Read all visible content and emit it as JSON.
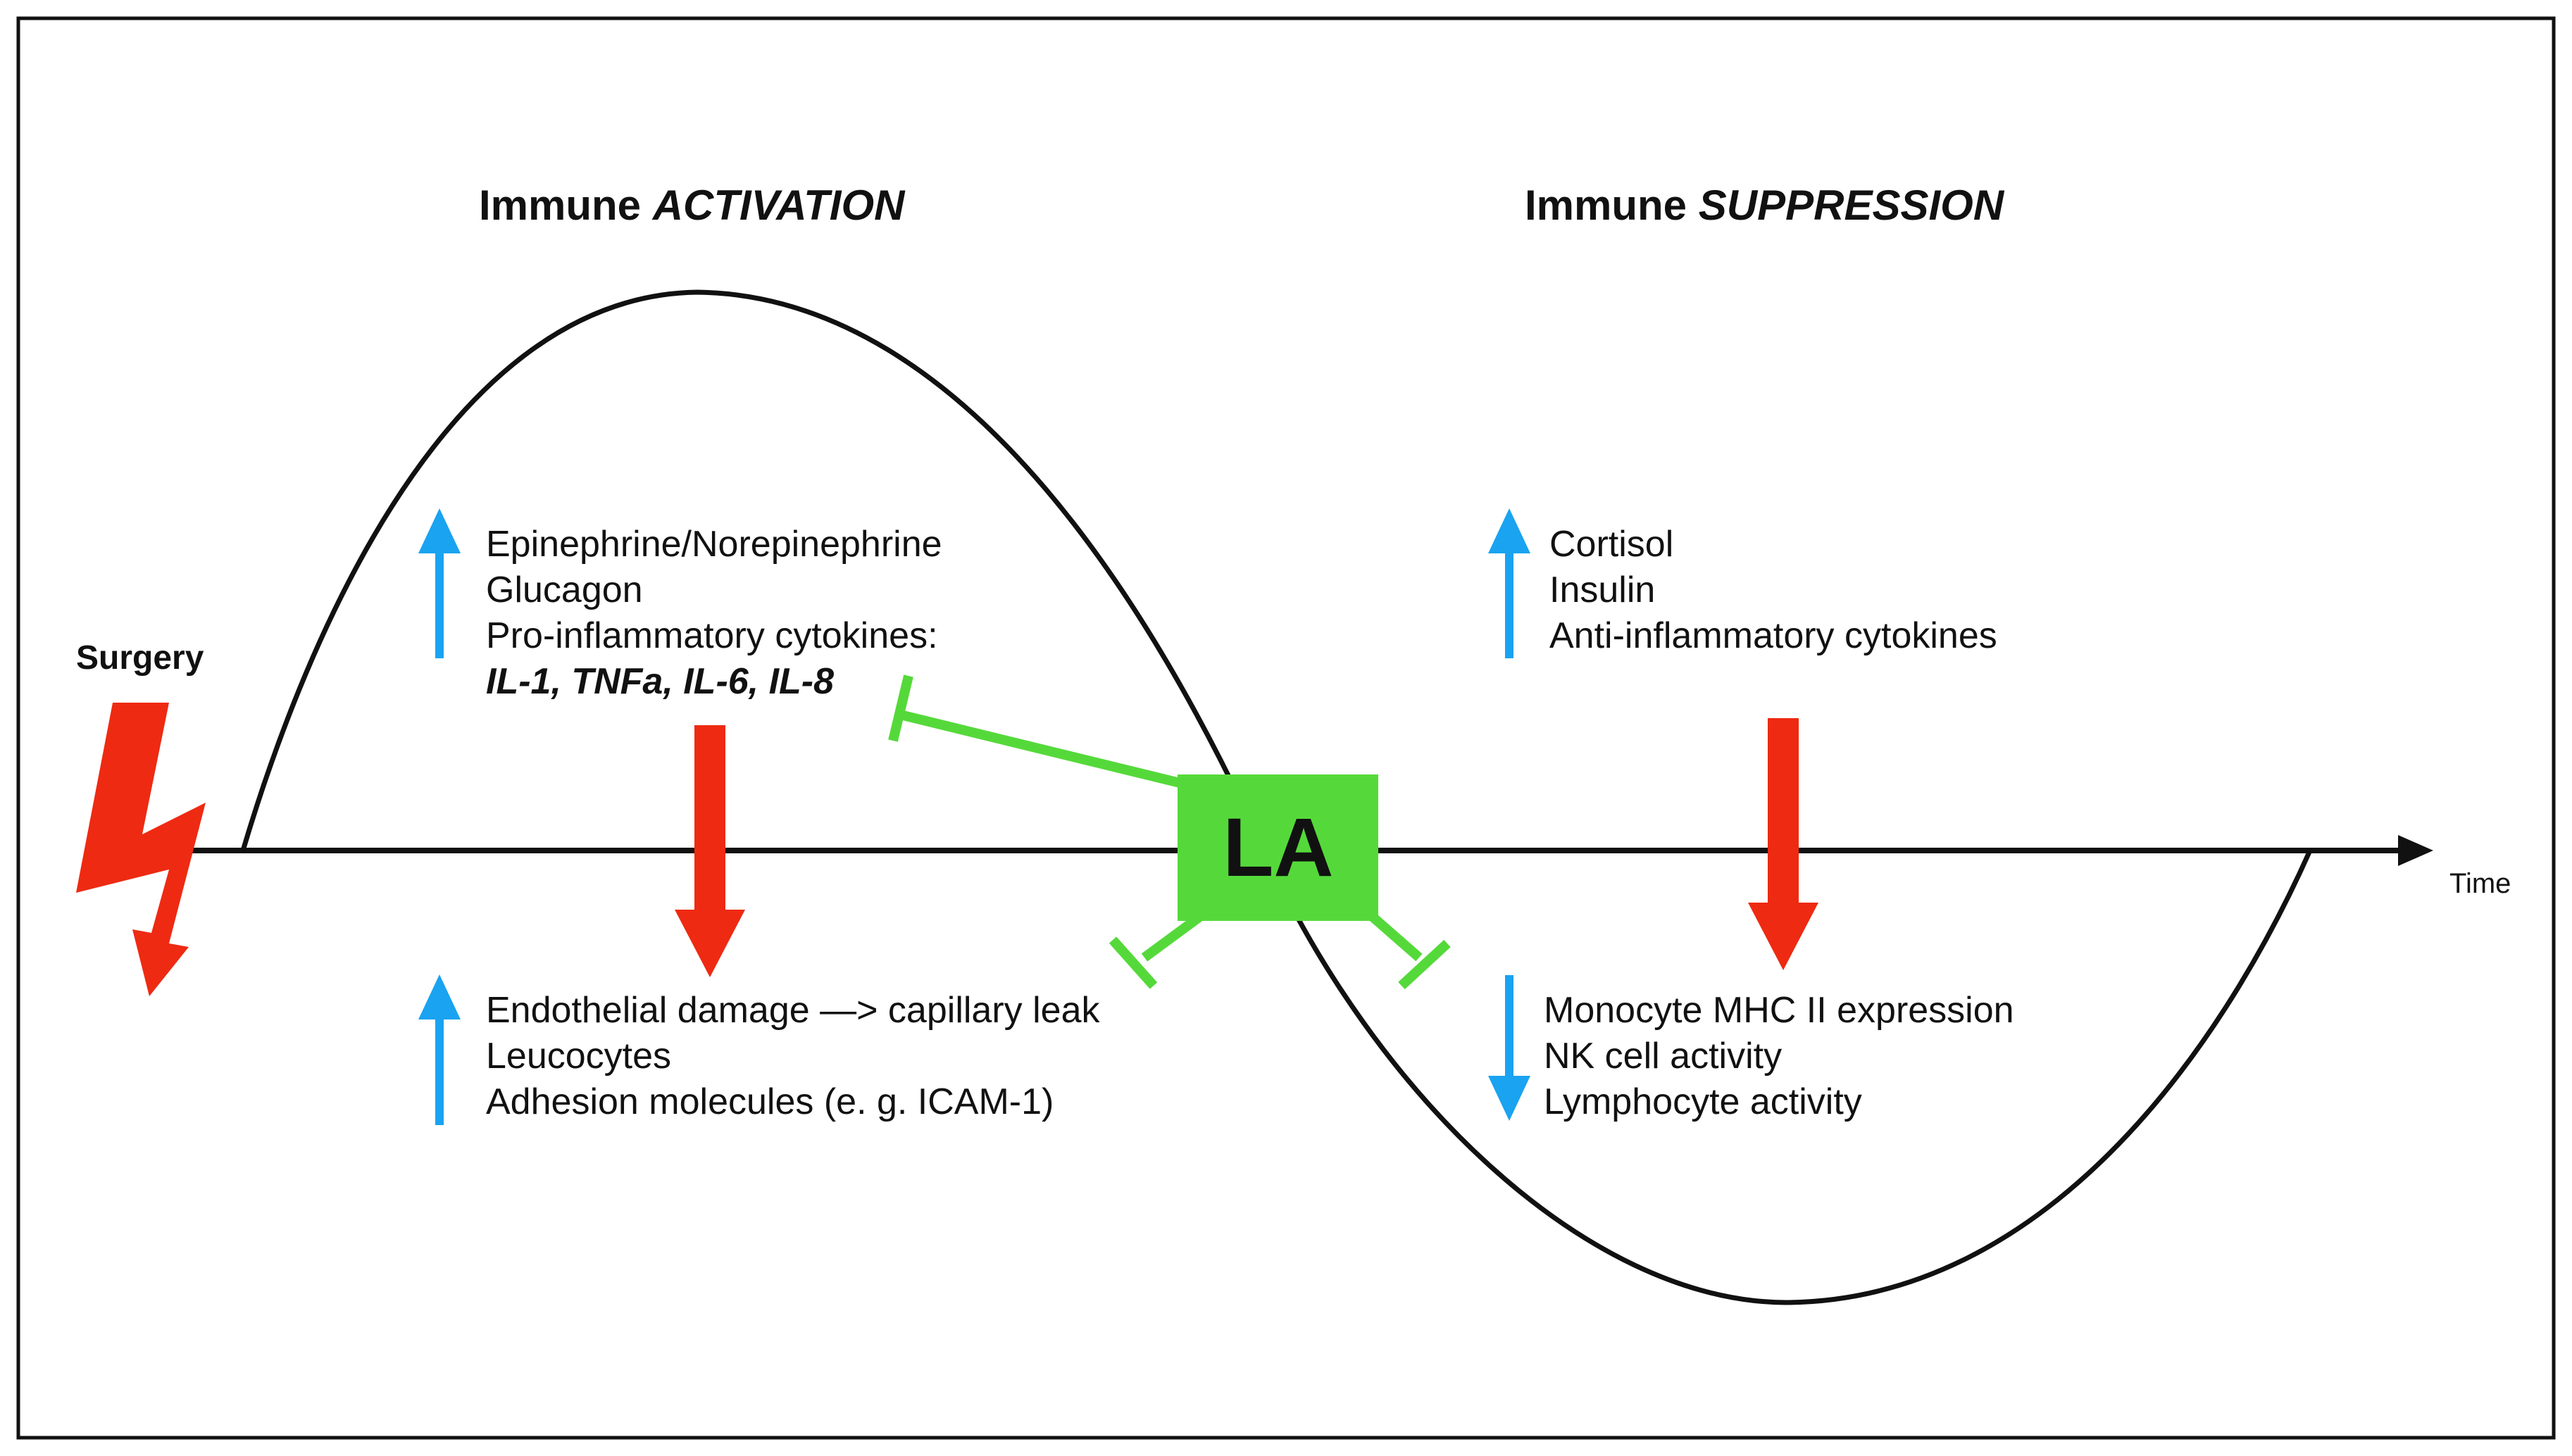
{
  "headings": {
    "activation": {
      "prefix": "Immune ",
      "emph": "ACTIVATION"
    },
    "suppression": {
      "prefix": "Immune ",
      "emph": "SUPPRESSION"
    }
  },
  "labels": {
    "surgery": "Surgery",
    "time": "Time",
    "la": "LA"
  },
  "activation_up": [
    "Epinephrine/Norepinephrine",
    "Glucagon",
    "Pro-inflammatory cytokines:"
  ],
  "activation_cytokines": "IL-1, TNFa, IL-6, IL-8",
  "activation_down": [
    "Endothelial damage —> capillary leak",
    "Leucocytes",
    "Adhesion molecules (e. g. ICAM-1)"
  ],
  "suppression_up": [
    "Cortisol",
    "Insulin",
    "Anti-inflammatory cytokines"
  ],
  "suppression_down": [
    "Monocyte MHC II expression",
    "NK cell activity",
    "Lymphocyte activity"
  ],
  "colors": {
    "increase_arrow": "#1aa3f0",
    "effect_arrow": "#ee2a12",
    "la_box": "#55d93a",
    "curve": "#111111"
  }
}
